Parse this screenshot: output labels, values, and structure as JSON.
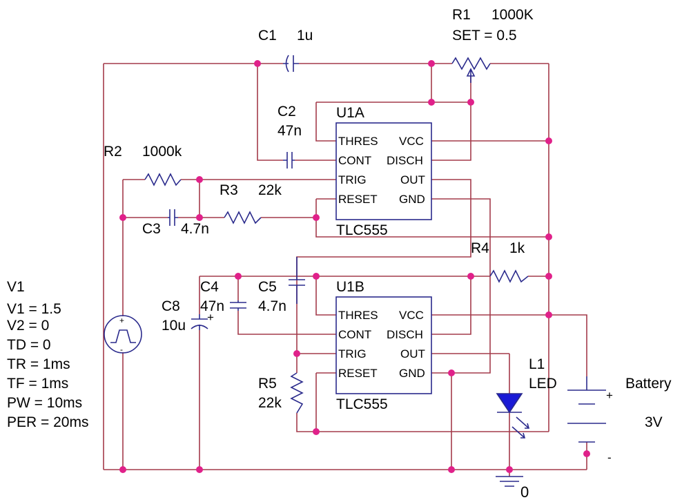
{
  "components": {
    "c1": {
      "ref": "C1",
      "value": "1u"
    },
    "r1": {
      "ref": "R1",
      "value": "1000K",
      "set": "SET = 0.5"
    },
    "c2": {
      "ref": "C2",
      "value": "47n"
    },
    "r2": {
      "ref": "R2",
      "value": "1000k"
    },
    "r3": {
      "ref": "R3",
      "value": "22k"
    },
    "c3": {
      "ref": "C3",
      "value": "4.7n"
    },
    "r4": {
      "ref": "R4",
      "value": "1k"
    },
    "c4": {
      "ref": "C4",
      "value": "47n"
    },
    "c5": {
      "ref": "C5",
      "value": "4.7n"
    },
    "c8": {
      "ref": "C8",
      "value": "10u"
    },
    "r5": {
      "ref": "R5",
      "value": "22k"
    },
    "l1": {
      "ref": "L1",
      "value": "LED"
    },
    "battery": {
      "name": "Battery",
      "value": "3V",
      "plus": "+",
      "minus": "-"
    },
    "ground": {
      "label": "0"
    },
    "v1": {
      "ref": "V1",
      "params": [
        "V1 = 1.5",
        "V2 = 0",
        "TD = 0",
        "TR = 1ms",
        "TF = 1ms",
        "PW = 10ms",
        "PER = 20ms"
      ]
    },
    "u1a": {
      "ref": "U1A",
      "part": "TLC555",
      "pins": {
        "thres": "THRES",
        "vcc": "VCC",
        "cont": "CONT",
        "disch": "DISCH",
        "trig": "TRIG",
        "out": "OUT",
        "reset": "RESET",
        "gnd": "GND"
      }
    },
    "u1b": {
      "ref": "U1B",
      "part": "TLC555",
      "pins": {
        "thres": "THRES",
        "vcc": "VCC",
        "cont": "CONT",
        "disch": "DISCH",
        "trig": "TRIG",
        "out": "OUT",
        "reset": "RESET",
        "gnd": "GND"
      }
    }
  },
  "colors": {
    "wire": "#a33a4a",
    "component": "#2a2a8c",
    "junction": "#e0218a"
  }
}
